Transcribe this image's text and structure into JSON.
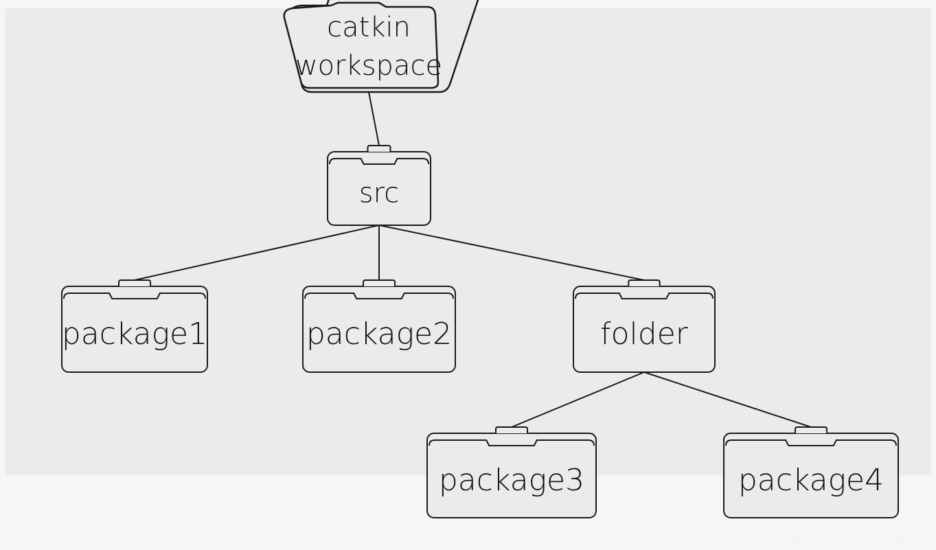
{
  "diagram": {
    "type": "folder-tree",
    "nodes": [
      {
        "id": "workspace",
        "label_lines": [
          "catkin",
          "workspace"
        ]
      },
      {
        "id": "src",
        "label_lines": [
          "src"
        ]
      },
      {
        "id": "package1",
        "label_lines": [
          "package1"
        ]
      },
      {
        "id": "package2",
        "label_lines": [
          "package2"
        ]
      },
      {
        "id": "folder",
        "label_lines": [
          "folder"
        ]
      },
      {
        "id": "package3",
        "label_lines": [
          "package3"
        ]
      },
      {
        "id": "package4",
        "label_lines": [
          "package4"
        ]
      }
    ],
    "edges": [
      {
        "from": "workspace",
        "to": "src"
      },
      {
        "from": "src",
        "to": "package1"
      },
      {
        "from": "src",
        "to": "package2"
      },
      {
        "from": "src",
        "to": "folder"
      },
      {
        "from": "folder",
        "to": "package3"
      },
      {
        "from": "folder",
        "to": "package4"
      }
    ]
  },
  "watermark": "https://blog.csdn.net/xu19950525",
  "colors": {
    "panel": "#ebebeb",
    "page": "#f6f6f6",
    "stroke": "#1a1a1a",
    "folder_fill": "#ebebeb"
  }
}
